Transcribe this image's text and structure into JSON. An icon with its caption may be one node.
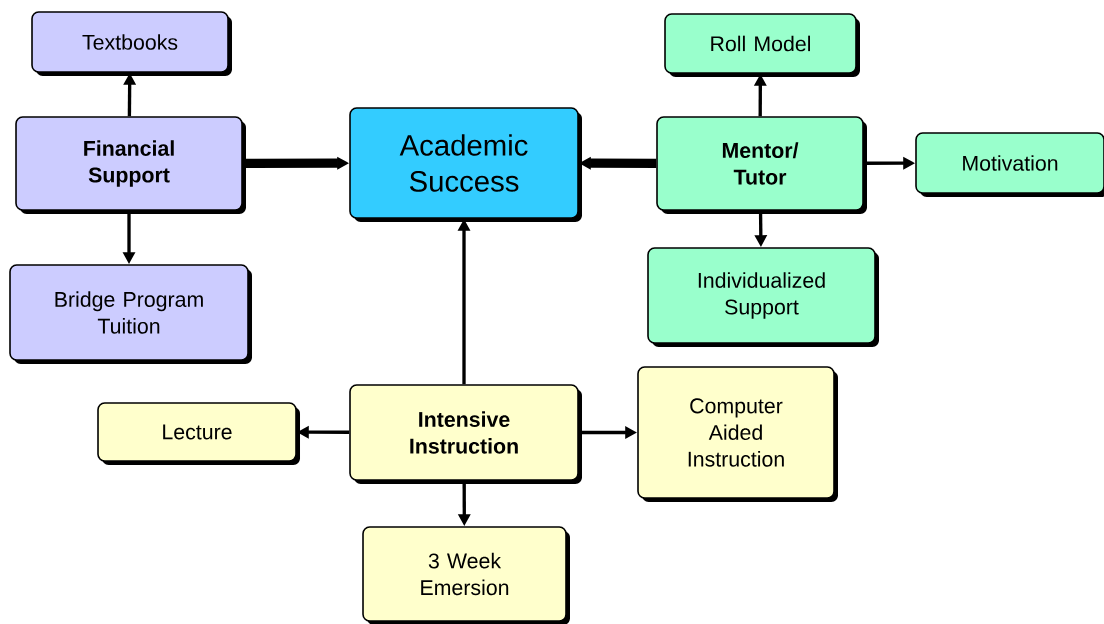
{
  "diagram": {
    "nodes": [
      {
        "text": [
          "Textbooks"
        ]
      },
      {
        "text": [
          "Financial Support"
        ]
      },
      {
        "text": [
          "Bridge Program Tuition"
        ]
      },
      {
        "text": [
          "Academic Success"
        ]
      },
      {
        "text": [
          "Roll Model"
        ]
      },
      {
        "text": [
          "Mentor/ Tutor"
        ]
      },
      {
        "text": [
          "Motivation"
        ]
      },
      {
        "text": [
          "Individualized Support"
        ]
      },
      {
        "text": [
          "Lecture"
        ]
      },
      {
        "text": [
          "Intensive Instruction"
        ]
      },
      {
        "text": [
          "Computer Aided Instruction"
        ]
      },
      {
        "text": [
          "3 Week Emersion"
        ]
      }
    ],
    "edges": [
      {
        "from": 1,
        "to": 0,
        "arrow": "to"
      },
      {
        "from": 1,
        "to": 2,
        "arrow": "to"
      },
      {
        "from": 1,
        "to": 3,
        "arrow": "to",
        "style": "thick"
      },
      {
        "from": 5,
        "to": 3,
        "arrow": "to",
        "style": "thick"
      },
      {
        "from": 5,
        "to": 4,
        "arrow": "to"
      },
      {
        "from": 5,
        "to": 6,
        "arrow": "to"
      },
      {
        "from": 5,
        "to": 7,
        "arrow": "to"
      },
      {
        "from": 9,
        "to": 3,
        "arrow": "to"
      },
      {
        "from": 9,
        "to": 8,
        "arrow": "to"
      },
      {
        "from": 9,
        "to": 10,
        "arrow": "to"
      },
      {
        "from": 9,
        "to": 11,
        "arrow": "to"
      }
    ]
  }
}
